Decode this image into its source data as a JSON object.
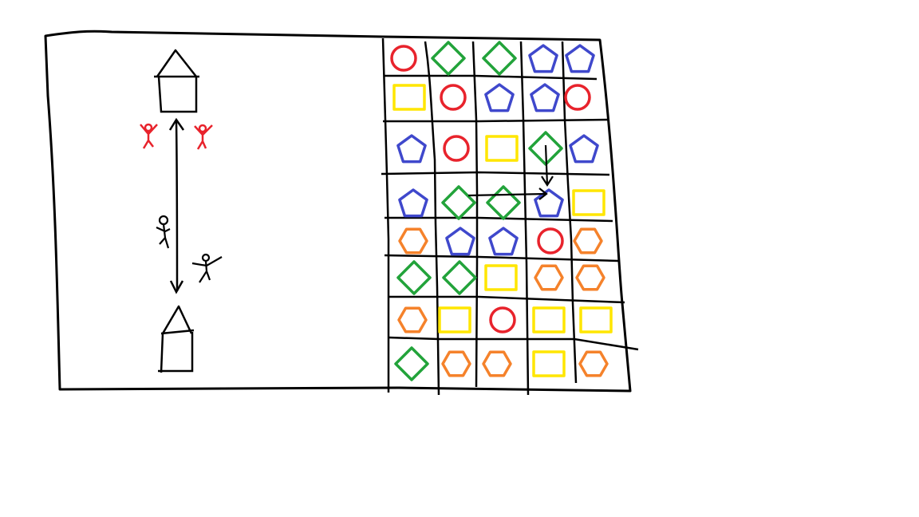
{
  "colors": {
    "background": "#ffffff",
    "ink": "#000000",
    "red": "#e8232c",
    "green": "#22a33a",
    "blue": "#3f48cc",
    "yellow": "#ffe600",
    "orange": "#f5822b"
  },
  "battlefield": {
    "bases": [
      {
        "id": "top",
        "team": "red"
      },
      {
        "id": "bottom",
        "team": "black"
      }
    ],
    "units": [
      {
        "team": "red"
      },
      {
        "team": "red"
      },
      {
        "team": "black"
      },
      {
        "team": "black"
      }
    ],
    "lane_arrows": [
      "up",
      "down"
    ]
  },
  "board": {
    "rows": 8,
    "cols": 5,
    "cells": [
      [
        "circle-red",
        "diamond-green",
        "diamond-green",
        "pentagon-blue",
        "pentagon-blue"
      ],
      [
        "square-yellow",
        "circle-red",
        "pentagon-blue",
        "pentagon-blue",
        "circle-red"
      ],
      [
        "pentagon-blue",
        "circle-red",
        "square-yellow",
        "diamond-green",
        "pentagon-blue"
      ],
      [
        "pentagon-blue",
        "diamond-green",
        "diamond-green",
        "pentagon-blue",
        "square-yellow"
      ],
      [
        "hexagon-orange",
        "pentagon-blue",
        "pentagon-blue",
        "circle-red",
        "hexagon-orange"
      ],
      [
        "diamond-green",
        "diamond-green",
        "square-yellow",
        "hexagon-orange",
        "hexagon-orange"
      ],
      [
        "hexagon-orange",
        "square-yellow",
        "circle-red",
        "square-yellow",
        "square-yellow"
      ],
      [
        "diamond-green",
        "hexagon-orange",
        "hexagon-orange",
        "square-yellow",
        "hexagon-orange"
      ]
    ],
    "swap_hints": [
      {
        "from": [
          2,
          3
        ],
        "to": [
          3,
          3
        ],
        "direction": "down"
      },
      {
        "from": [
          3,
          1
        ],
        "to": [
          3,
          3
        ],
        "direction": "right"
      }
    ]
  }
}
